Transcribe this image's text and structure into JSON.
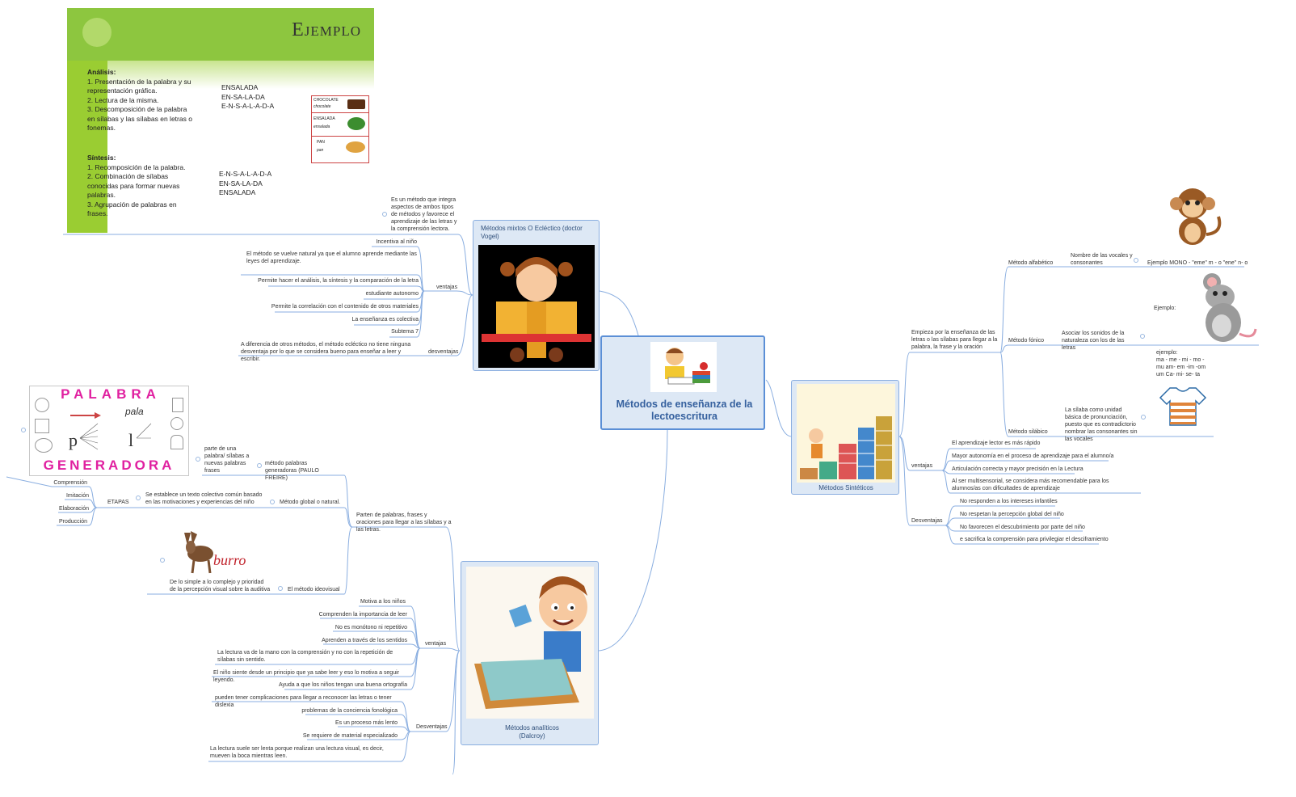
{
  "central": {
    "title": "Métodos de enseñanza de la lectoescritura"
  },
  "example": {
    "title": "Ejemplo",
    "analysis_heading": "Análisis:",
    "analysis_items": [
      "1. Presentación de la palabra y su representación gráfica.",
      "2. Lectura de la misma.",
      "3. Descomposición de la palabra en sílabas y las sílabas en letras o fonemas."
    ],
    "synthesis_heading": "Síntesis:",
    "synthesis_items": [
      "1. Recomposición de la palabra.",
      "2. Combinación de sílabas conocidas para formar nuevas palabras.",
      "3. Agrupación de palabras en frases."
    ],
    "decomposition": [
      "ENSALADA",
      "EN-SA-LA-DA",
      "E-N-S-A-L-A-D-A"
    ],
    "recomposition": [
      "E-N-S-A-L-A-D-A",
      "EN-SA-LA-DA",
      "ENSALADA"
    ],
    "card_words": [
      "CHOCOLATE",
      "chocolate",
      "ENSALADA",
      "ensalada",
      "PAN",
      "pan"
    ]
  },
  "mixtos": {
    "title": "Métodos mixtos  O Ecléctico (doctor Vogel)",
    "description": "Es un método que integra aspectos de ambos tipos de métodos y favorece el aprendizaje de las letras y la comprensión lectora.",
    "ventajas_label": "ventajas",
    "ventajas": [
      "Incentiva al niño",
      "El método se vuelve natural ya que el alumno aprende mediante las leyes del aprendizaje.",
      "Permite hacer el análisis, la síntesis y la comparación de la letra",
      "estudiante autonomo",
      "Permite la correlación con el contenido de otros materiales",
      "La enseñanza es colectiva",
      "Subtema 7"
    ],
    "desventajas_label": "desventajas",
    "desventajas": "A diferencia de otros métodos, el método ecléctico no tiene ninguna desventaja por lo que se considera bueno para enseñar a leer y escribir."
  },
  "sinteticos": {
    "title": "Métodos Sintéticos",
    "description": "Empieza por la enseñanza de las letras o las sílabas para llegar a la palabra, la frase y la oración",
    "alfabetico": {
      "label": "Método alfabético",
      "detail": "Nombre de las vocales y consonantes",
      "example": "Ejemplo MONO - \"eme\" m - o \"ene\" n- o"
    },
    "fonico": {
      "label": "Método fónico",
      "detail": "Asociar los sonidos de la naturaleza con los de las letras",
      "example": "Ejemplo:"
    },
    "silabico": {
      "label": "Método silábico",
      "detail": "La sílaba como unidad básica de pronunciación, puesto que es contradictorio nombrar las consonantes sin las vocales",
      "example_lines": [
        "ejemplo:",
        "ma - me - mi - mo -",
        "mu    am- em -im -om",
        "um  Ca- mi- se- ta"
      ]
    },
    "ventajas_label": "ventajas",
    "ventajas": [
      "El aprendizaje lector es más rápido",
      "Mayor autonomía en el proceso de aprendizaje para el alumno/a",
      "Articulación correcta y mayor precisión en la Lectura",
      "Al ser multisensorial, se considera más recomendable para los alumnos/as con dificultades de aprendizaje"
    ],
    "desventajas_label": "Desventajas",
    "desventajas": [
      "No responden a los intereses infantiles",
      "No respetan la percepción global del niño",
      "No favorecen el descubrimiento por parte del niño",
      "e sacrifica la comprensión para privilegiar el desciframiento"
    ]
  },
  "analiticos": {
    "title": "Métodos analíticos (Dalcroy)",
    "description": "Parten de palabras, frases y oraciones para llegar a las sílabas y a las letras.",
    "generadoras": {
      "label": "método palabras generadoras (PAULO FREIRE)",
      "detail": "parte de una palabra/ sílabas a nuevas palabras frases",
      "image_word_top": "PALABRA",
      "image_word_bottom": "GENERADORA",
      "image_word_mid": "pala"
    },
    "global": {
      "label": "Método global o natural.",
      "detail": "Se establece un texto colectivo común basado en las motivaciones y experiencias del niño",
      "etapas_label": "ETAPAS",
      "etapas": [
        "Comprensión",
        "Imitación",
        "Elaboración",
        "Producción"
      ]
    },
    "ideovisual": {
      "label": "El método ideovisual",
      "detail": "De lo simple a lo complejo y prioridad de la percepción visual sobre la auditiva",
      "image_word": "burro"
    },
    "ventajas_label": "ventajas",
    "ventajas": [
      "Motiva a los niños",
      "Comprenden la importancia de leer",
      "No es monótono ni repetitivo",
      "Aprenden a través de los sentidos",
      "La lectura va de la mano con la comprensión y no con la repetición de sílabas sin sentido.",
      "El niño siente desde un principio que ya sabe leer y eso lo motiva a seguir leyendo.",
      "Ayuda a que los niños tengan una buena ortografía"
    ],
    "desventajas_label": "Desventajas",
    "desventajas": [
      "pueden tener complicaciones para llegar a reconocer las letras o tener dislexia",
      "problemas de la conciencia fonológica",
      "Es un proceso más lento",
      "Se requiere de material especializado",
      "La lectura suele ser lenta porque realizan una lectura visual, es decir, mueven la boca mientras leen."
    ]
  },
  "colors": {
    "line": "#8aaee0",
    "node_fill": "#dde8f5",
    "green": "#8dc63f",
    "magenta": "#e020a0"
  }
}
